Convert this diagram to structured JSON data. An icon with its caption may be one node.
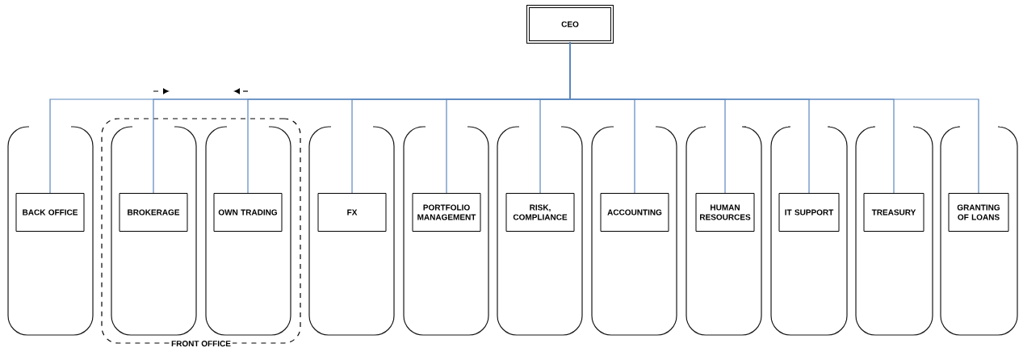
{
  "diagram": {
    "nodes": [
      {
        "text": [
          "CEO"
        ]
      },
      {
        "text": [],
        "shape": "box"
      },
      {
        "text": [
          "BACK OFFICE"
        ],
        "in": 1
      },
      {
        "text": [
          "FRONT OFFICE"
        ]
      },
      {
        "text": [],
        "shape": "box",
        "in": 3
      },
      {
        "text": [
          "BROKERAGE"
        ],
        "in": 4
      },
      {
        "text": [],
        "shape": "box",
        "in": 3
      },
      {
        "text": [
          "OWN TRADING"
        ],
        "in": 6
      },
      {
        "text": [],
        "shape": "box"
      },
      {
        "text": [
          "FX"
        ],
        "in": 8
      },
      {
        "text": [],
        "shape": "box"
      },
      {
        "text": [
          "PORTFOLIO MANAGEMENT"
        ],
        "in": 10
      },
      {
        "text": [],
        "shape": "box"
      },
      {
        "text": [
          "RISK, COMPLIANCE"
        ],
        "in": 12
      },
      {
        "text": [],
        "shape": "box"
      },
      {
        "text": [
          "ACCOUNTING"
        ],
        "in": 14
      },
      {
        "text": [],
        "shape": "box"
      },
      {
        "text": [
          "HUMAN RESOURCES"
        ],
        "in": 16
      },
      {
        "text": [],
        "shape": "box"
      },
      {
        "text": [
          "IT SUPPORT"
        ],
        "in": 18
      },
      {
        "text": [],
        "shape": "box"
      },
      {
        "text": [
          "TREASURY"
        ],
        "in": 20
      },
      {
        "text": [],
        "shape": "box"
      },
      {
        "text": [
          "GRANTING OF LOANS"
        ],
        "in": 22
      }
    ],
    "edges": [
      {
        "from": 0,
        "to": 2,
        "arrow": "none"
      },
      {
        "from": 0,
        "to": 5,
        "arrow": "none"
      },
      {
        "from": 0,
        "to": 7,
        "arrow": "none"
      },
      {
        "from": 0,
        "to": 9,
        "arrow": "none"
      },
      {
        "from": 0,
        "to": 11,
        "arrow": "none"
      },
      {
        "from": 0,
        "to": 13,
        "arrow": "none"
      },
      {
        "from": 0,
        "to": 15,
        "arrow": "none"
      },
      {
        "from": 0,
        "to": 17,
        "arrow": "none"
      },
      {
        "from": 0,
        "to": 19,
        "arrow": "none"
      },
      {
        "from": 0,
        "to": 21,
        "arrow": "none"
      },
      {
        "from": 0,
        "to": 23,
        "arrow": "none"
      }
    ]
  }
}
